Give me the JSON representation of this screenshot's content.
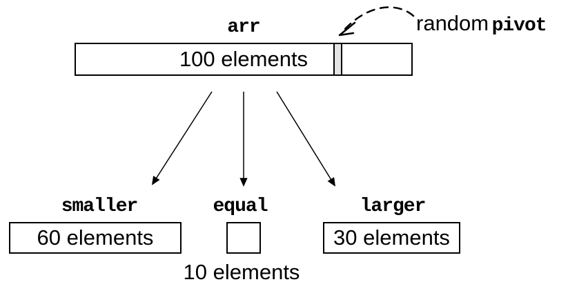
{
  "colors": {
    "line": "#000000",
    "pivot_fill": "#e4e4e4",
    "background": "#ffffff"
  },
  "arr": {
    "label": "arr",
    "content": "100 elements"
  },
  "pivot_annotation": {
    "sans": "random",
    "mono": "pivot"
  },
  "children": [
    {
      "label": "smaller",
      "content": "60 elements"
    },
    {
      "label": "equal",
      "content": "",
      "caption": "10 elements"
    },
    {
      "label": "larger",
      "content": "30 elements"
    }
  ]
}
